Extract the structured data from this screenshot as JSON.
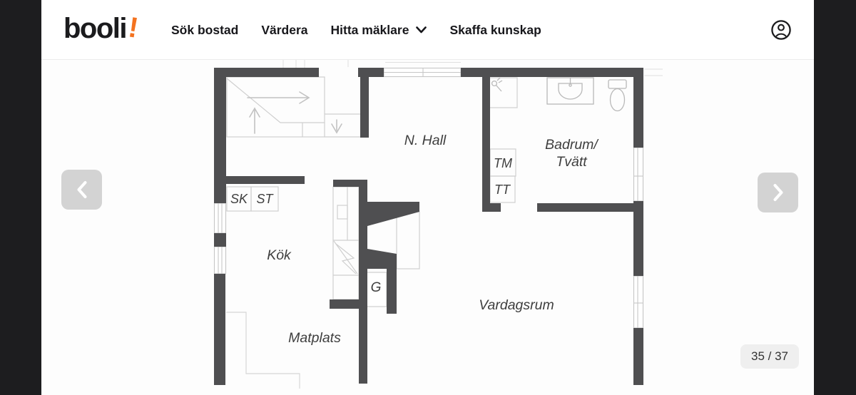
{
  "header": {
    "logo_text": "booli",
    "logo_bang": "!",
    "nav": [
      {
        "label": "Sök bostad"
      },
      {
        "label": "Värdera"
      },
      {
        "label": "Hitta mäklare"
      },
      {
        "label": "Skaffa kunskap"
      }
    ]
  },
  "gallery": {
    "counter": "35 / 37"
  },
  "floorplan": {
    "labels": {
      "hall": "N. Hall",
      "badrum_line1": "Badrum/",
      "badrum_line2": "Tvätt",
      "tm": "TM",
      "tt": "TT",
      "sk": "SK",
      "st": "ST",
      "kok": "Kök",
      "g": "G",
      "vardagsrum": "Vardagsrum",
      "matplats": "Matplats"
    }
  },
  "colors": {
    "accent_orange": "#f47320",
    "wall_gray": "#4f4f51",
    "letterbox": "#1d1d1f",
    "arrow_button_bg": "#d3d3d3",
    "badge_bg": "#efefef"
  }
}
